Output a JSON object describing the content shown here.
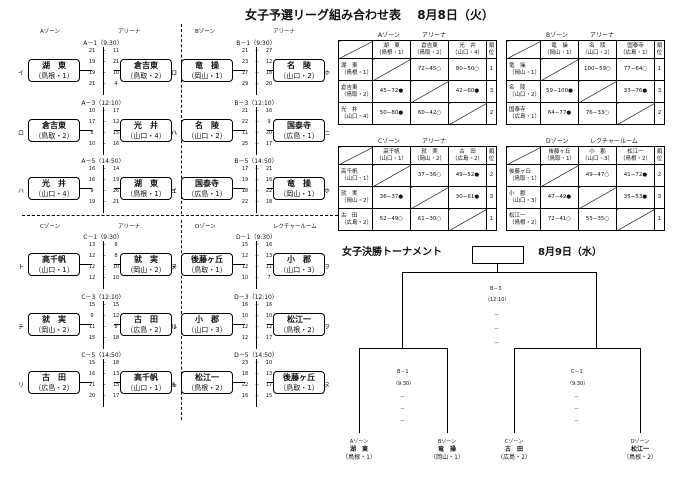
{
  "page": {
    "title": "女子予選リーグ組み合わせ表",
    "date": "8月8日（火）"
  },
  "zones": [
    {
      "zone": "Aゾーン",
      "arena": "アリーナ"
    },
    {
      "zone": "Bゾーン",
      "arena": "アリーナ"
    },
    {
      "zone": "Cゾーン",
      "arena": "アリーナ"
    },
    {
      "zone": "Dゾーン",
      "arena": "レクチャールーム"
    }
  ],
  "matches": [
    {
      "code": "A－1（9:30）",
      "left": {
        "side": "イ",
        "name": "湖　東",
        "pref": "（鳥根・1）"
      },
      "right": {
        "side": "ロ",
        "name": "倉吉東",
        "pref": "（鳥取・2）"
      },
      "scores": [
        [
          "21",
          "11"
        ],
        [
          "19",
          "21"
        ],
        [
          "19",
          "10"
        ],
        [
          "21",
          "4"
        ]
      ]
    },
    {
      "code": "A－3（12:10）",
      "left": {
        "side": "ロ",
        "name": "倉吉東",
        "pref": "（鳥取・2）"
      },
      "right": {
        "side": "ハ",
        "name": "光　井",
        "pref": "（山口・4）"
      },
      "scores": [
        [
          "10",
          "17"
        ],
        [
          "17",
          "12"
        ],
        [
          "8",
          "15"
        ],
        [
          "10",
          "16"
        ]
      ]
    },
    {
      "code": "A－5（14:50）",
      "left": {
        "side": "ハ",
        "name": "光　井",
        "pref": "（山口・4）"
      },
      "right": {
        "side": "イ",
        "name": "湖　東",
        "pref": "（鳥根・1）"
      },
      "scores": [
        [
          "16",
          "14"
        ],
        [
          "16",
          "19"
        ],
        [
          "9",
          "26"
        ],
        [
          "19",
          "21"
        ]
      ]
    },
    {
      "code": "B－1（9:30）",
      "left": {
        "side": "ロ",
        "name": "竜　操",
        "pref": "（岡山・1）"
      },
      "right": {
        "side": "ホ",
        "name": "名　陵",
        "pref": "（山口・2）"
      },
      "scores": [
        [
          "21",
          "27"
        ],
        [
          "23",
          "12"
        ],
        [
          "27",
          "18"
        ],
        [
          "29",
          "20"
        ]
      ]
    },
    {
      "code": "B－3（12:10）",
      "left": {
        "side": "ハ",
        "name": "名　陵",
        "pref": "（山口・2）"
      },
      "right": {
        "side": "ニ",
        "name": "国泰寺",
        "pref": "（広島・1）"
      },
      "scores": [
        [
          "21",
          "16"
        ],
        [
          "22",
          "9"
        ],
        [
          "11",
          "20"
        ],
        [
          "25",
          "17"
        ]
      ]
    },
    {
      "code": "B－5（14:50）",
      "left": {
        "side": "ニ",
        "name": "国泰寺",
        "pref": "（広島・1）"
      },
      "right": {
        "side": "ホ",
        "name": "竜　操",
        "pref": "（岡山・1）"
      },
      "scores": [
        [
          "17",
          "21"
        ],
        [
          "19",
          "16"
        ],
        [
          "18",
          "22"
        ],
        [
          "22",
          "18"
        ]
      ]
    },
    {
      "code": "C－1（9:30）",
      "left": {
        "side": "ト",
        "name": "高千帆",
        "pref": "（山口・1）"
      },
      "right": {
        "side": "チ",
        "name": "就　実",
        "pref": "（岡山・2）"
      },
      "scores": [
        [
          "13",
          "9"
        ],
        [
          "12",
          "8"
        ],
        [
          "12",
          "10"
        ],
        [
          "12",
          "10"
        ]
      ]
    },
    {
      "code": "C－3（12:10）",
      "left": {
        "side": "チ",
        "name": "就　実",
        "pref": "（岡山・2）"
      },
      "right": {
        "side": "リ",
        "name": "古　田",
        "pref": "（広島・2）"
      },
      "scores": [
        [
          "15",
          "15"
        ],
        [
          "9",
          "12"
        ],
        [
          "11",
          "8"
        ],
        [
          "15",
          "18"
        ]
      ]
    },
    {
      "code": "C－5（14:50）",
      "left": {
        "side": "リ",
        "name": "古　田",
        "pref": "（広島・2）"
      },
      "right": {
        "side": "ト",
        "name": "高千帆",
        "pref": "（山口・1）"
      },
      "scores": [
        [
          "15",
          "18"
        ],
        [
          "16",
          "13"
        ],
        [
          "21",
          "15"
        ],
        [
          "20",
          "17"
        ]
      ]
    },
    {
      "code": "D－1（9:30）",
      "left": {
        "side": "ヌ",
        "name": "後藤ヶ丘",
        "pref": "（鳥取・1）"
      },
      "right": {
        "side": "ヲ",
        "name": "小　郡",
        "pref": "（山口・3）"
      },
      "scores": [
        [
          "15",
          "16"
        ],
        [
          "12",
          "13"
        ],
        [
          "12",
          "11"
        ],
        [
          "10",
          "7"
        ]
      ]
    },
    {
      "code": "D－3（12:10）",
      "left": {
        "side": "ル",
        "name": "小　郡",
        "pref": "（山口・3）"
      },
      "right": {
        "side": "ヲ",
        "name": "松江一",
        "pref": "（鳥根・2）"
      },
      "scores": [
        [
          "16",
          "16"
        ],
        [
          "10",
          "10"
        ],
        [
          "12",
          "12"
        ],
        [
          "12",
          "17"
        ]
      ]
    },
    {
      "code": "D－5（14:50）",
      "left": {
        "side": "ル",
        "name": "松江一",
        "pref": "（鳥根・2）"
      },
      "right": {
        "side": "ヌ",
        "name": "後藤ヶ丘",
        "pref": "（鳥取・1）"
      },
      "scores": [
        [
          "23",
          "10"
        ],
        [
          "18",
          "13"
        ],
        [
          "22",
          "17"
        ],
        [
          "16",
          "15"
        ]
      ]
    }
  ],
  "league_tables": [
    {
      "zone": "Aゾーン",
      "arena": "アリーナ",
      "rank_label": "順位",
      "teams": [
        [
          "湖　東",
          "（鳥根・1）"
        ],
        [
          "倉吉東",
          "（鳥取・2）"
        ],
        [
          "光　井",
          "（山口・4）"
        ]
      ],
      "cells": [
        [
          "",
          "72−45○",
          "80−50○",
          "1"
        ],
        [
          "45−72●",
          "",
          "42−60●",
          "3"
        ],
        [
          "50−80●",
          "60−42○",
          "",
          "2"
        ]
      ]
    },
    {
      "zone": "Bゾーン",
      "arena": "アリーナ",
      "rank_label": "順位",
      "teams": [
        [
          "竜　操",
          "（岡山・1）"
        ],
        [
          "名　陵",
          "（山口・2）"
        ],
        [
          "国泰寺",
          "（広島・1）"
        ]
      ],
      "cells": [
        [
          "",
          "100−59○",
          "77−64○",
          "1"
        ],
        [
          "59−100●",
          "",
          "33−76●",
          "3"
        ],
        [
          "64−77●",
          "76−33○",
          "",
          "2"
        ]
      ]
    },
    {
      "zone": "Cゾーン",
      "arena": "アリーナ",
      "rank_label": "順位",
      "teams": [
        [
          "高千帆",
          "（山口・1）"
        ],
        [
          "就　実",
          "（岡山・2）"
        ],
        [
          "古　田",
          "（広島・2）"
        ]
      ],
      "cells": [
        [
          "",
          "37−36○",
          "49−52●",
          "2"
        ],
        [
          "36−37●",
          "",
          "30−61●",
          "3"
        ],
        [
          "52−49○",
          "61−30○",
          "",
          "1"
        ]
      ]
    },
    {
      "zone": "Dゾーン",
      "arena": "レクチャールーム",
      "rank_label": "順位",
      "teams": [
        [
          "後藤ヶ丘",
          "（鳥取・1）"
        ],
        [
          "小　郡",
          "（山口・3）"
        ],
        [
          "松江一",
          "（鳥根・2）"
        ]
      ],
      "cells": [
        [
          "",
          "49−47○",
          "41−72●",
          "2"
        ],
        [
          "47−49●",
          "",
          "35−53●",
          "3"
        ],
        [
          "72−41○",
          "53−35○",
          "",
          "1"
        ]
      ]
    }
  ],
  "tournament": {
    "title": "女子決勝トーナメント",
    "date": "8月9日（水）",
    "final": {
      "code": "B－3",
      "time": "（12:10）"
    },
    "semis": [
      {
        "code": "B－1",
        "time": "（9:30）"
      },
      {
        "code": "C－1",
        "time": "（9:30）"
      }
    ],
    "entries": [
      {
        "zone": "Aゾーン",
        "name": "湖　東",
        "pref": "（鳥根・1）"
      },
      {
        "zone": "Bゾーン",
        "name": "竜　操",
        "pref": "（岡山・1）"
      },
      {
        "zone": "Cゾーン",
        "name": "古　田",
        "pref": "（広島・2）"
      },
      {
        "zone": "Dゾーン",
        "name": "松江一",
        "pref": "（鳥根・2）"
      }
    ],
    "dash": "－"
  }
}
